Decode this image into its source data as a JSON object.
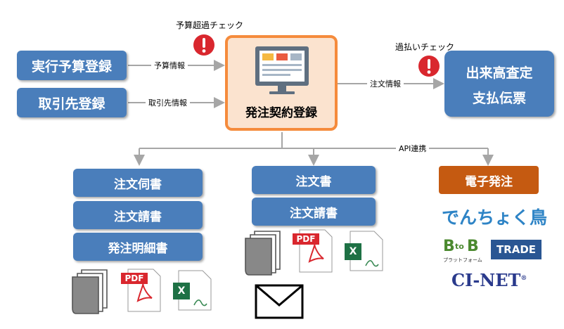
{
  "inputs": {
    "budget_registration": "実行予算登録",
    "supplier_registration": "取引先登録"
  },
  "center": {
    "label": "発注契約登録"
  },
  "right": {
    "line1": "出来高査定",
    "line2": "支払伝票"
  },
  "checks": {
    "budget_over": "予算超過チェック",
    "overpay": "過払いチェック"
  },
  "arrows": {
    "budget_info": "予算情報",
    "supplier_info": "取引先情報",
    "order_info": "注文情報",
    "api": "API連携"
  },
  "group1": [
    "注文伺書",
    "注文請書",
    "発注明細書"
  ],
  "group2": [
    "注文書",
    "注文請書"
  ],
  "group3": {
    "title": "電子発注"
  },
  "services": {
    "denchoku": "でんちょく鳥",
    "btob_b1": "B",
    "btob_to": "to",
    "btob_b2": "B",
    "btob_sub": "プラットフォーム",
    "btob_trade": "TRADE",
    "cinet": "CI-NET"
  },
  "icons": [
    "warning-icon",
    "monitor-icon",
    "documents-icon",
    "pdf-icon",
    "excel-icon",
    "mail-icon"
  ],
  "file_labels": {
    "pdf": "PDF",
    "excel": "X"
  },
  "colors": {
    "blue": "#4a7ebb",
    "orange": "#f58b3c",
    "orange_fill": "#fbe3cf",
    "dark_orange": "#c55a11",
    "red": "#d9272e",
    "navy": "#2a3a8c"
  }
}
